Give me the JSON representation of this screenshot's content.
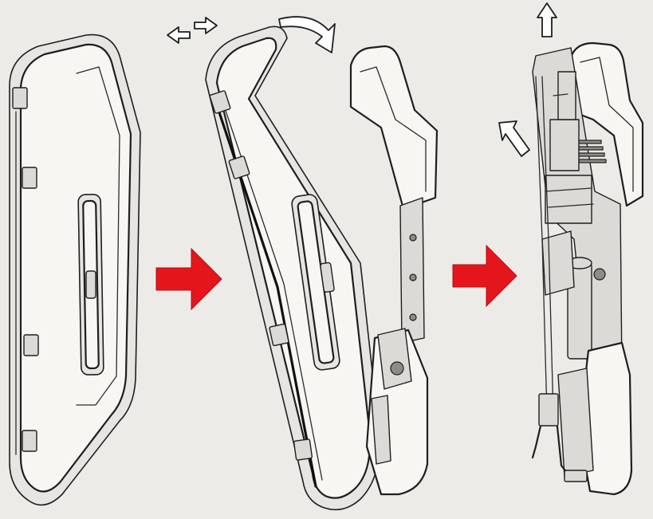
{
  "colors": {
    "background": "#ecebe8",
    "ink": "#1e1e1e",
    "case_fill": "#f7f6f3",
    "mechanism_fill": "#dcdad6",
    "step_arrow": "#e4161c",
    "motion_arrow_fill": "#ffffff"
  },
  "diagram": {
    "stages": [
      {
        "id": "closed-case",
        "shape": "case-closed"
      },
      {
        "id": "case-opening",
        "shape": "case-hinged-open"
      },
      {
        "id": "weapon-revealed",
        "shape": "weapon-unfolded"
      }
    ],
    "step_arrows": [
      {
        "id": "step-arrow-1",
        "direction": "right",
        "icon": "red-arrow-right-icon"
      },
      {
        "id": "step-arrow-2",
        "direction": "right",
        "icon": "red-arrow-right-icon"
      }
    ],
    "motion_arrows": [
      {
        "id": "slide-arrow-left",
        "icon": "hollow-arrow-left-icon"
      },
      {
        "id": "slide-arrow-right",
        "icon": "hollow-arrow-right-icon"
      },
      {
        "id": "rotate-arrow",
        "icon": "curved-rotate-arrow-icon"
      },
      {
        "id": "extend-arrow-up",
        "icon": "hollow-arrow-up-icon"
      },
      {
        "id": "extend-arrow-diagonal",
        "icon": "hollow-arrow-up-left-icon"
      }
    ]
  }
}
